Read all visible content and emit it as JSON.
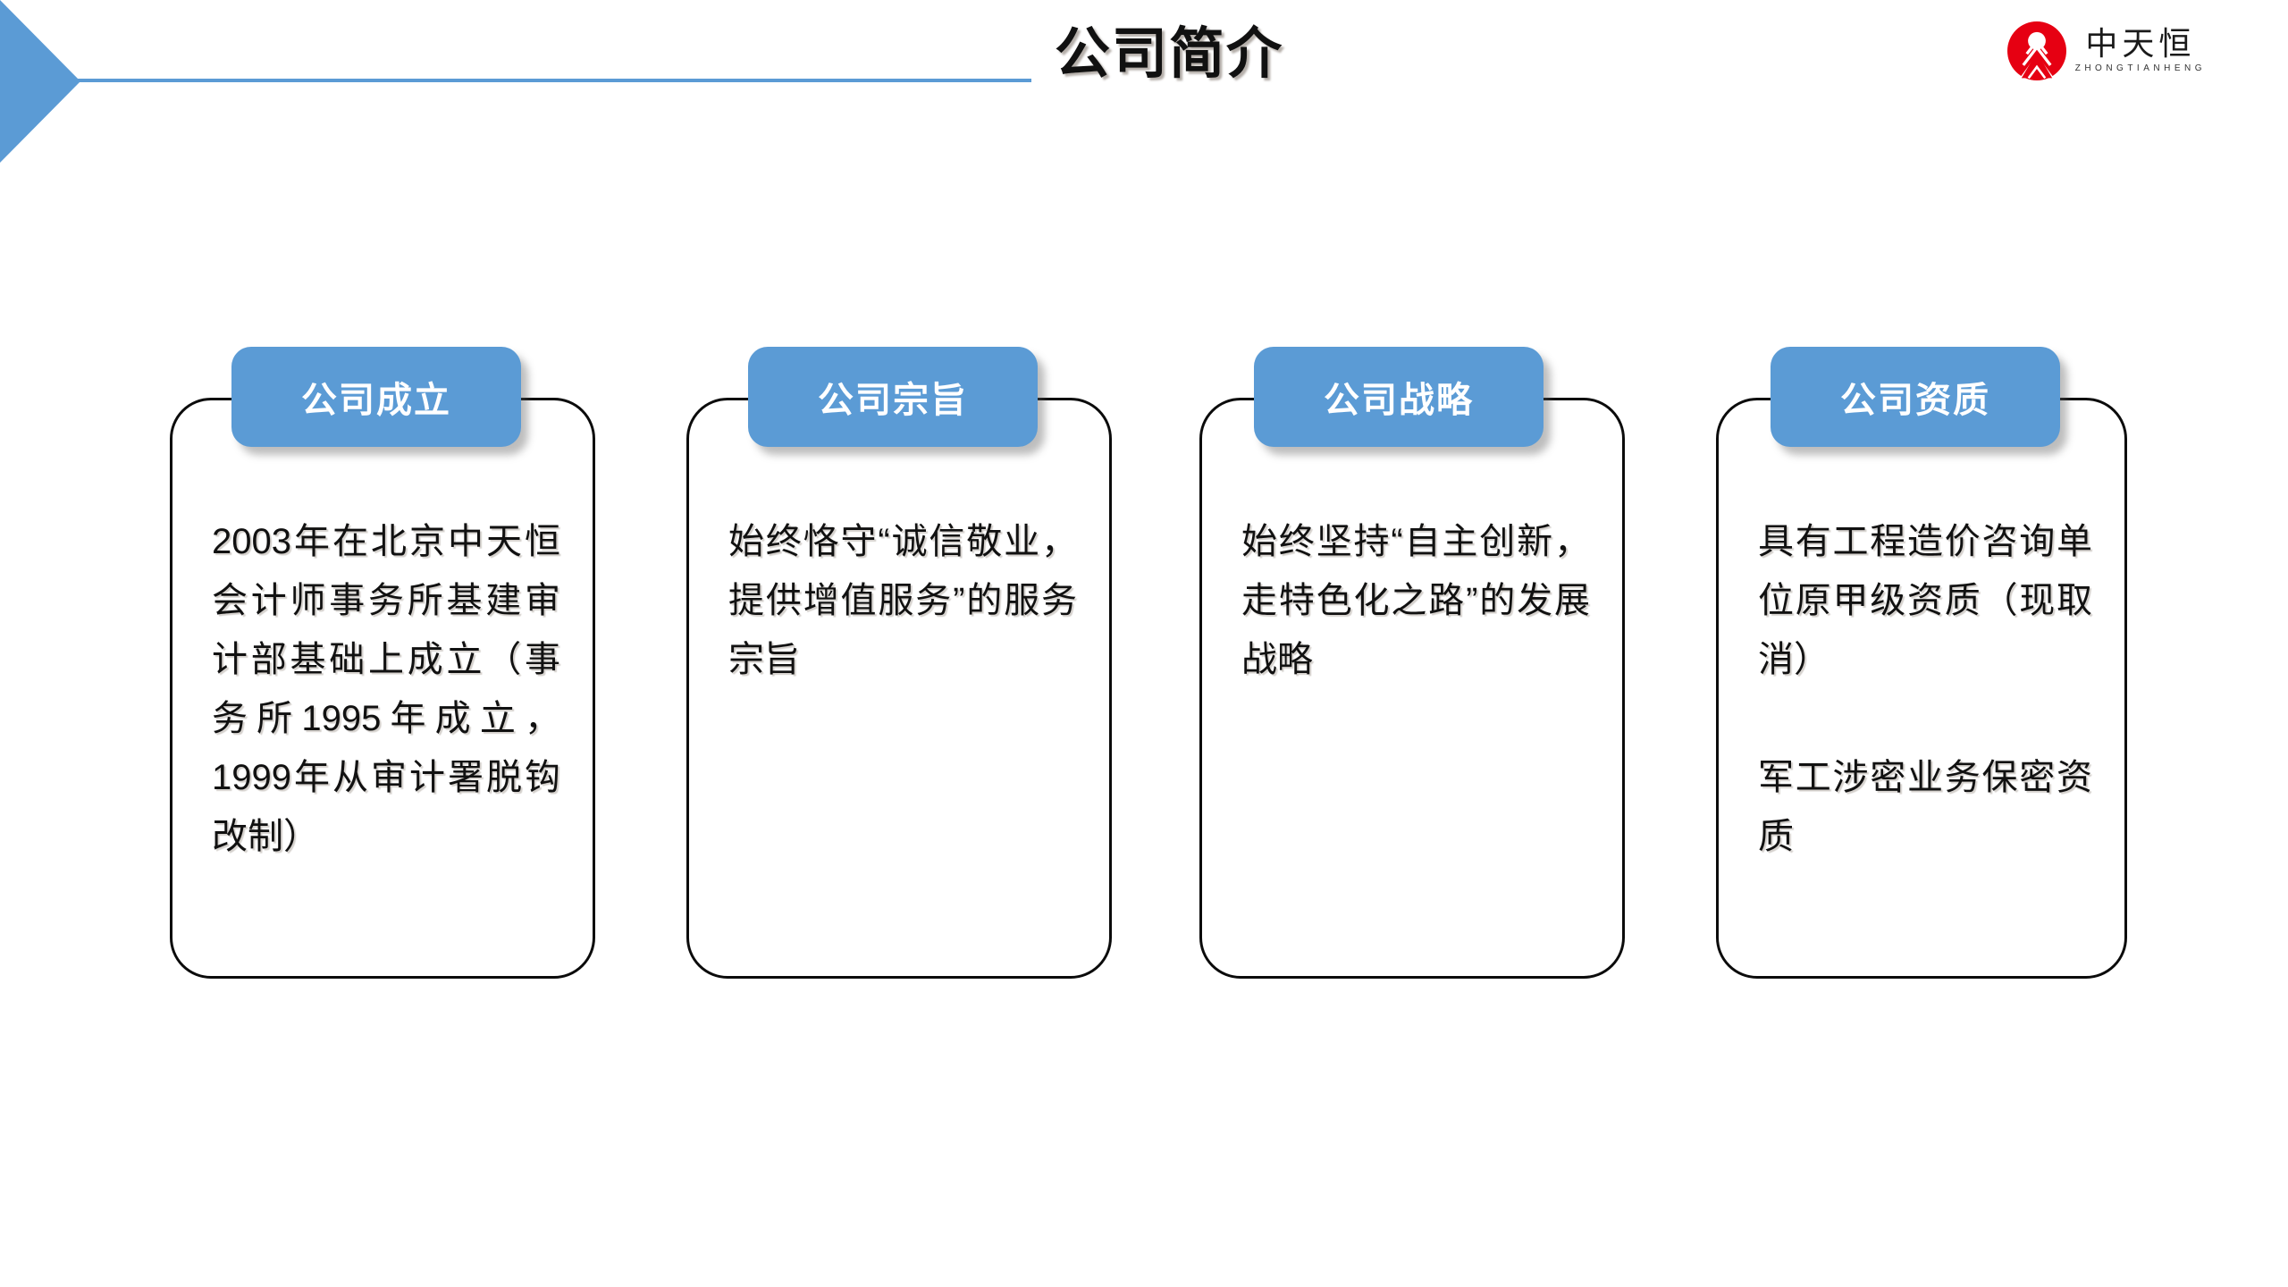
{
  "header": {
    "title": "公司简介",
    "accent_color": "#5B9BD5"
  },
  "logo": {
    "cn_name": "中天恒",
    "pinyin": "ZHONGTIANHENG",
    "mark_color": "#E60012"
  },
  "cards": [
    {
      "badge": "公司成立",
      "badge_color": "#5B9BD5",
      "paragraphs": [
        "2003年在北京中天恒会计师事务所基建审计部基础上成立（事务所1995年成立，1999年从审计署脱钩改制）"
      ]
    },
    {
      "badge": "公司宗旨",
      "badge_color": "#5B9BD5",
      "paragraphs": [
        "始终恪守“诚信敬业，提供增值服务”的服务宗旨"
      ]
    },
    {
      "badge": "公司战略",
      "badge_color": "#5B9BD5",
      "paragraphs": [
        "始终坚持“自主创新，走特色化之路”的发展战略"
      ]
    },
    {
      "badge": "公司资质",
      "badge_color": "#5B9BD5",
      "paragraphs": [
        "具有工程造价咨询单位原甲级资质（现取消）",
        "军工涉密业务保密资质"
      ]
    }
  ]
}
